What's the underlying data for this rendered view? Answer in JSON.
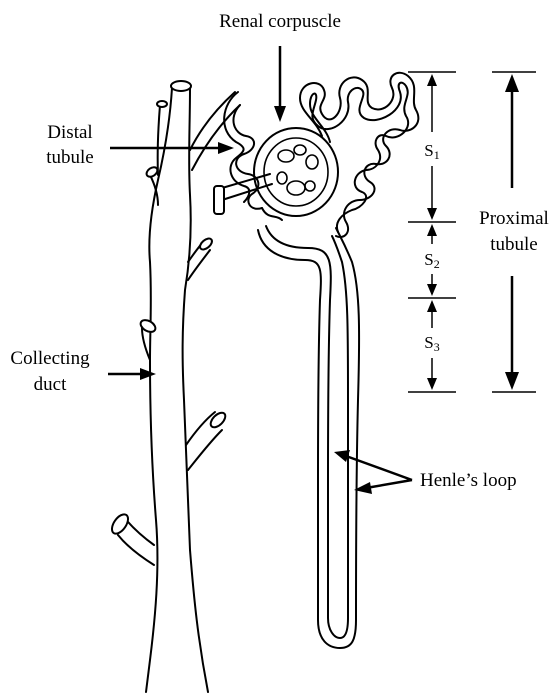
{
  "labels": {
    "renal_corpuscle": "Renal corpuscle",
    "distal_tubule_line1": "Distal",
    "distal_tubule_line2": "tubule",
    "collecting_duct_line1": "Collecting",
    "collecting_duct_line2": "duct",
    "proximal_tubule_line1": "Proximal",
    "proximal_tubule_line2": "tubule",
    "henles_loop": "Henle’s loop"
  },
  "segments": [
    {
      "letter": "S",
      "subscript": "1"
    },
    {
      "letter": "S",
      "subscript": "2"
    },
    {
      "letter": "S",
      "subscript": "3"
    }
  ],
  "colors": {
    "line": "#000000",
    "background": "#ffffff"
  }
}
